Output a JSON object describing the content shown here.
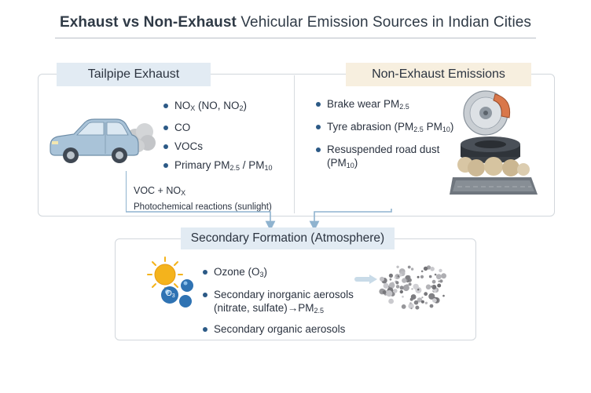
{
  "title": {
    "bold_part": "Exhaust vs Non-Exhaust",
    "rest": " Vehicular Emission Sources in Indian Cities"
  },
  "tailpipe": {
    "heading": "Tailpipe Exhaust",
    "items": [
      {
        "main": "NO",
        "sub": "X",
        "rest": " (NO, NO",
        "sub2": "2",
        "end": ")"
      },
      {
        "main": "CO"
      },
      {
        "main": "VOCs"
      },
      {
        "main": "Primary PM",
        "sub": "2.5",
        "rest": " / PM",
        "sub2": "10"
      }
    ],
    "link_label": {
      "main": "VOC + NO",
      "sub": "X"
    },
    "link_note": "Photochemical reactions (sunlight)"
  },
  "non_exhaust": {
    "heading": "Non-Exhaust Emissions",
    "items": [
      {
        "main": "Brake wear PM",
        "sub": "2.5"
      },
      {
        "main": "Tyre abrasion (PM",
        "sub": "2.5",
        "rest": " PM",
        "sub2": "10",
        "end": ")"
      },
      {
        "main": "Resuspended road dust"
      },
      {
        "main": "(PM",
        "sub": "10",
        "rest": ")"
      }
    ]
  },
  "secondary": {
    "heading": "Secondary Formation (Atmosphere)",
    "items": [
      {
        "main": "Ozone (O",
        "sub": "3",
        "rest": ")"
      },
      {
        "main": "Secondary inorganic aerosols"
      },
      {
        "main": "(nitrate, sulfate)→PM",
        "sub": "2.5"
      },
      {
        "main": "Secondary organic aerosols"
      }
    ],
    "ozone_icon_label": {
      "main": "O",
      "sub": "3"
    }
  },
  "colors": {
    "accent_blue": "#2c5a86",
    "arrow_blue": "#8fb3cf",
    "car_body": "#a9c3d8",
    "sun": "#f4b31c",
    "brake_caliper": "#d9774a"
  }
}
